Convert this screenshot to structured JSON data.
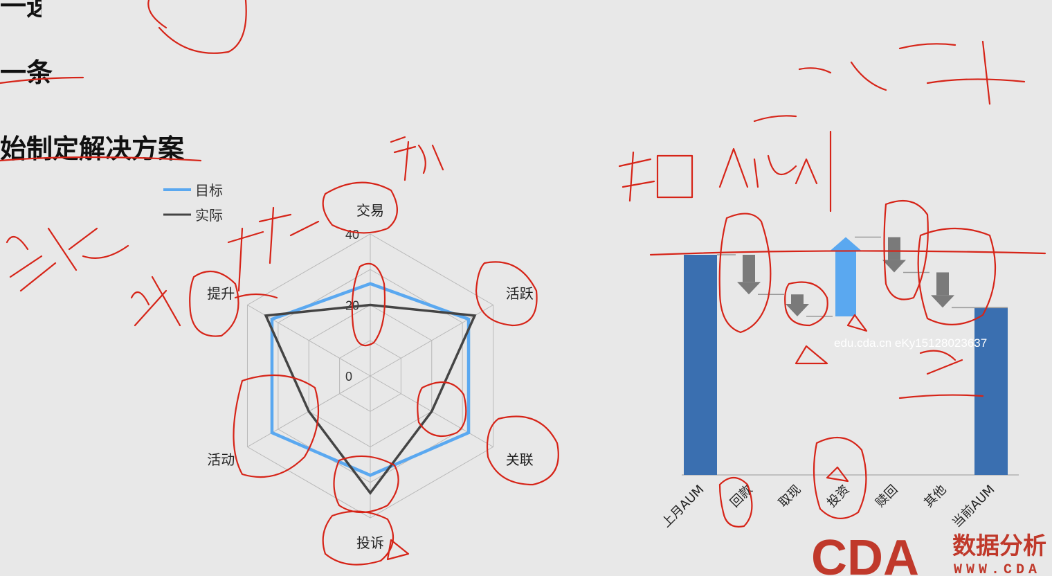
{
  "slide": {
    "heading_1": "一速",
    "heading_2": "一条",
    "heading_3": "始制定解决方案"
  },
  "chart_data": [
    {
      "type": "radar",
      "legend": [
        {
          "name": "目标",
          "color": "#5aa8f0"
        },
        {
          "name": "实际",
          "color": "#444444"
        }
      ],
      "categories": [
        "交易",
        "活跃",
        "关联",
        "投诉",
        "活动",
        "提升"
      ],
      "tick_labels": [
        "0",
        "20",
        "40"
      ],
      "range": [
        0,
        40
      ],
      "series": [
        {
          "name": "目标",
          "values": [
            26,
            32,
            32,
            28,
            32,
            32
          ]
        },
        {
          "name": "实际",
          "values": [
            20,
            34,
            20,
            33,
            20,
            34
          ]
        }
      ]
    },
    {
      "type": "bar",
      "subtype": "waterfall",
      "categories": [
        "上月AUM",
        "回款",
        "取现",
        "投资",
        "赎回",
        "其他",
        "当前AUM"
      ],
      "values": [
        100,
        -18,
        -10,
        36,
        -16,
        -16,
        76
      ],
      "colors": {
        "total": "#3a6fb0",
        "decrease": "#7a7a7a",
        "increase": "#5aa8f0"
      }
    }
  ],
  "watermark": "edu.cda.cn eKy15128023637",
  "logo": {
    "mark": "CDA",
    "name": "数据分析",
    "url": "WWW.CDA"
  }
}
